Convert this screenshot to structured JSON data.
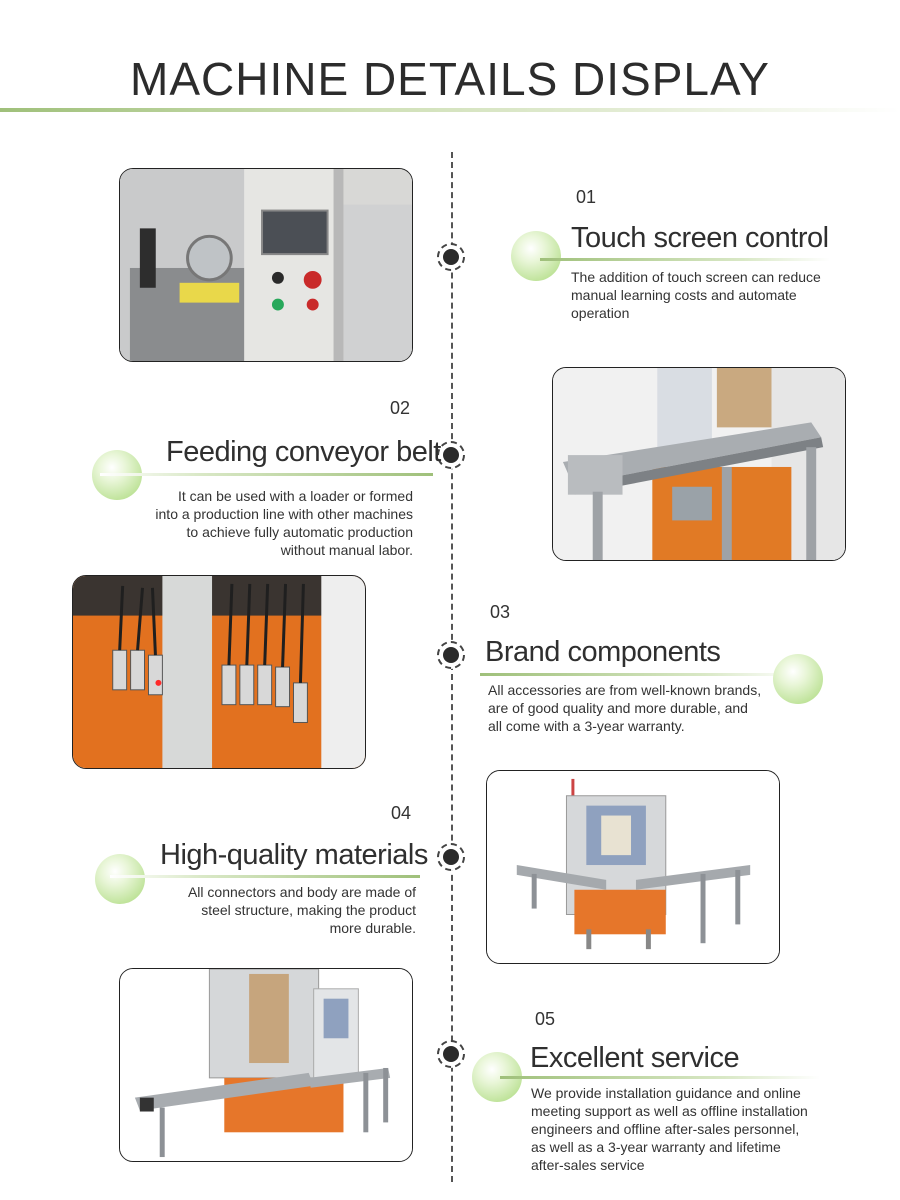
{
  "page": {
    "title": "MACHINE DETAILS DISPLAY"
  },
  "colors": {
    "accent_green": "#9fc07a",
    "ball_green": "#bfe39a",
    "timeline": "#444444"
  },
  "sections": [
    {
      "number": "01",
      "heading": "Touch screen control",
      "lines": [
        "The addition of touch screen can reduce",
        "manual learning costs and automate",
        "operation"
      ],
      "photo": "touch-screen-control-panel"
    },
    {
      "number": "02",
      "heading": "Feeding conveyor belt",
      "lines": [
        "It can be used with a loader or formed",
        "into a production line with other machines",
        "to achieve fully automatic production",
        "without manual labor."
      ],
      "photo": "feeding-conveyor"
    },
    {
      "number": "03",
      "heading": "Brand components",
      "lines": [
        "All accessories are from well-known brands,",
        "are of good quality and more durable, and",
        "all come with a 3-year warranty."
      ],
      "photo": "pneumatic-valves"
    },
    {
      "number": "04",
      "heading": "High-quality materials",
      "lines": [
        "All connectors and body are made of",
        "steel structure, making the product",
        "more durable."
      ],
      "photo": "machine-overview"
    },
    {
      "number": "05",
      "heading": "Excellent service",
      "lines": [
        "We provide installation guidance and online",
        "meeting support as well as offline installation",
        "engineers and offline after-sales personnel,",
        "as well as a 3-year warranty and lifetime",
        "after-sales service"
      ],
      "photo": "machine-with-conveyors"
    }
  ]
}
